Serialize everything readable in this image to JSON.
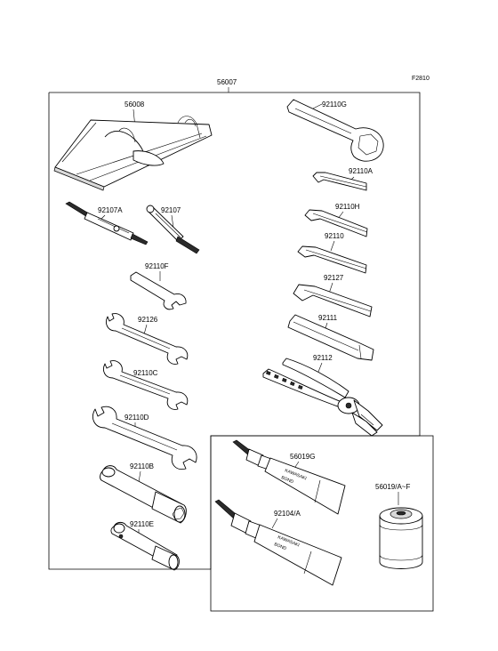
{
  "figure_code": "F2810",
  "parts": {
    "kit": "56007",
    "tool_bag": "56008",
    "screwdriver_a": "92107A",
    "screwdriver": "92107",
    "wrench_f": "92110F",
    "wrench_126": "92126",
    "wrench_c": "92110C",
    "wrench_d": "92110D",
    "box_wrench_b": "92110B",
    "box_wrench_e": "92110E",
    "ring_spanner_g": "92110G",
    "hex_key_a": "92110A",
    "hex_key_h": "92110H",
    "hex_key": "92110",
    "hex_key_127": "92127",
    "handle": "92111",
    "pliers": "92112",
    "bond_g": "56019G",
    "bond_a": "92104/A",
    "oil_filter": "56019/A~F"
  },
  "tube_text": {
    "brand": "KAWASAKI",
    "word": "BOND"
  }
}
